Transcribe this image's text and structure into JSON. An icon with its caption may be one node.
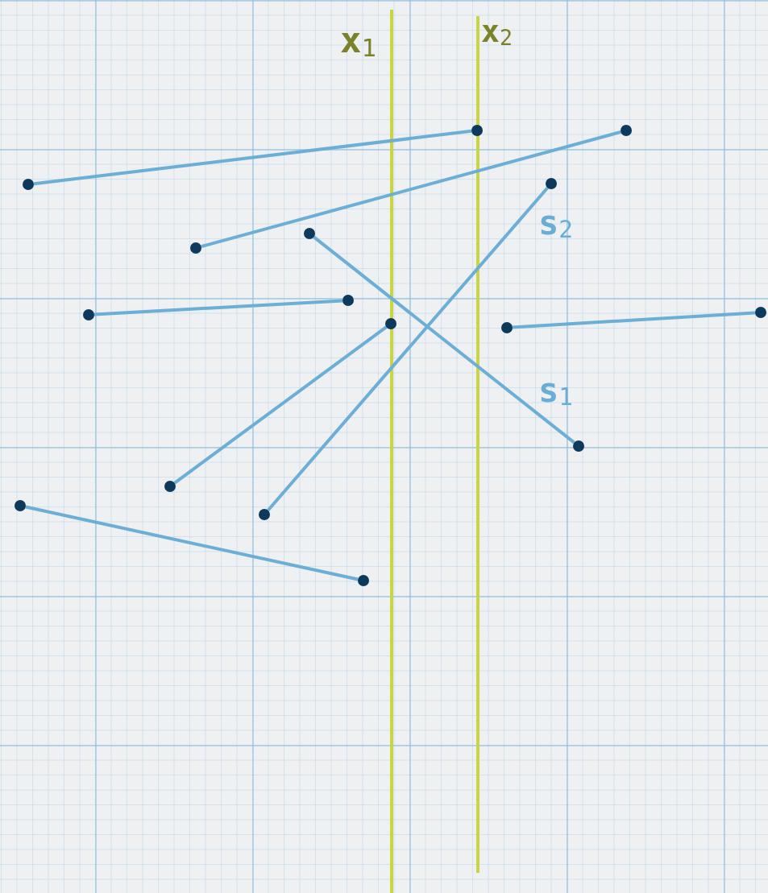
{
  "diagram": {
    "nodes": [
      {
        "text": [],
        "shape": "circle"
      },
      {
        "text": [],
        "shape": "circle"
      },
      {
        "text": [],
        "shape": "circle"
      },
      {
        "text": [],
        "shape": "circle"
      },
      {
        "text": [],
        "shape": "circle"
      },
      {
        "text": [],
        "shape": "circle"
      },
      {
        "text": [],
        "shape": "circle"
      },
      {
        "text": [],
        "shape": "circle"
      },
      {
        "text": [],
        "shape": "circle"
      },
      {
        "text": [],
        "shape": "circle"
      },
      {
        "text": [],
        "shape": "circle"
      },
      {
        "text": [],
        "shape": "circle"
      },
      {
        "text": [],
        "shape": "circle"
      },
      {
        "text": [],
        "shape": "circle"
      },
      {
        "text": [],
        "shape": "circle"
      },
      {
        "text": [],
        "shape": "circle"
      }
    ],
    "edges": [
      {
        "from": 3,
        "to": 0,
        "arrow": "none"
      },
      {
        "from": 5,
        "to": 1,
        "arrow": "none"
      },
      {
        "from": 4,
        "to": 11,
        "arrow": "none"
      },
      {
        "from": 2,
        "to": 14,
        "arrow": "none"
      },
      {
        "from": 8,
        "to": 6,
        "arrow": "none"
      },
      {
        "from": 9,
        "to": 12,
        "arrow": "none"
      },
      {
        "from": 10,
        "to": 7,
        "arrow": "none"
      },
      {
        "from": 13,
        "to": 15,
        "arrow": "none"
      }
    ],
    "labels": [
      "x$_{1}$",
      "x$_{2}$",
      "s$_{2}$",
      "s$_{1}$"
    ]
  }
}
